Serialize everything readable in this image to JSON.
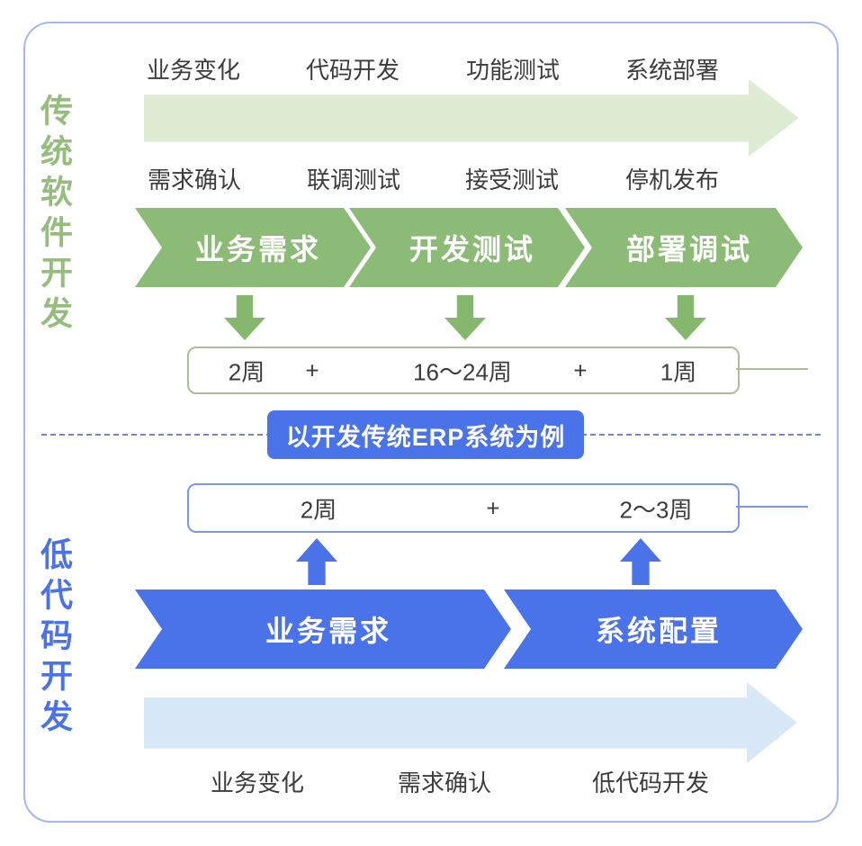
{
  "traditional": {
    "side_label": "传统软件开发",
    "phase_labels_top": [
      "业务变化",
      "代码开发",
      "功能测试",
      "系统部署"
    ],
    "phase_labels_mid": [
      "需求确认",
      "联调测试",
      "接受测试",
      "停机发布"
    ],
    "stages": [
      "业务需求",
      "开发测试",
      "部署调试"
    ],
    "durations": [
      "2周",
      "+",
      "16～24周",
      "+",
      "1周"
    ]
  },
  "divider": {
    "badge_label": "以开发传统ERP系统为例"
  },
  "lowcode": {
    "side_label": "低代码开发",
    "durations": [
      "2周",
      "+",
      "2～3周"
    ],
    "stages": [
      "业务需求",
      "系统配置"
    ],
    "phase_labels_bottom": [
      "业务变化",
      "需求确认",
      "低代码开发"
    ]
  },
  "colors": {
    "green_stage": "#8cba77",
    "green_band": "#ddecd3",
    "green_side_text": "#95be7e",
    "green_box_border": "#aabf97",
    "blue_stage": "#4a72e9",
    "blue_band": "#d9e8f7",
    "blue_box_border": "#7b97e8",
    "frame_border": "#a6b7f0",
    "label_text": "#3c3c3c"
  }
}
